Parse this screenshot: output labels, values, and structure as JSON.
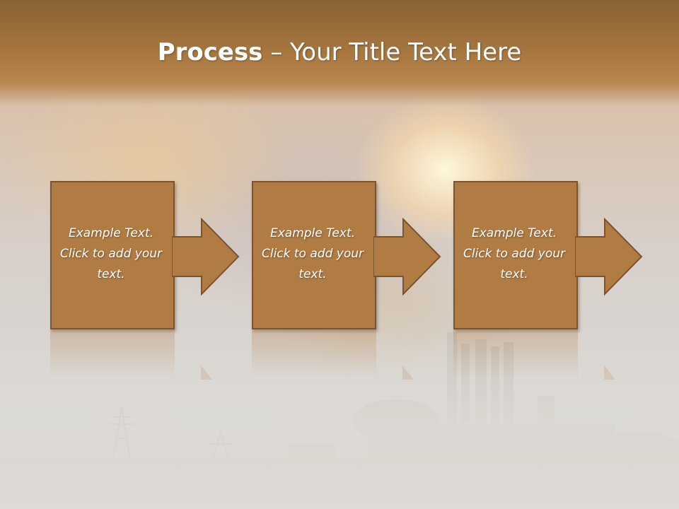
{
  "slide": {
    "title_bold": "Process",
    "title_rest": " – Your Title Text Here"
  },
  "steps": [
    {
      "text": "Example Text. Click to add your text."
    },
    {
      "text": "Example Text. Click to add your text."
    },
    {
      "text": "Example Text. Click to add your text."
    }
  ],
  "colors": {
    "box_fill": "#b07c44",
    "box_border": "#7a5430",
    "title_band": "#a7773f"
  }
}
